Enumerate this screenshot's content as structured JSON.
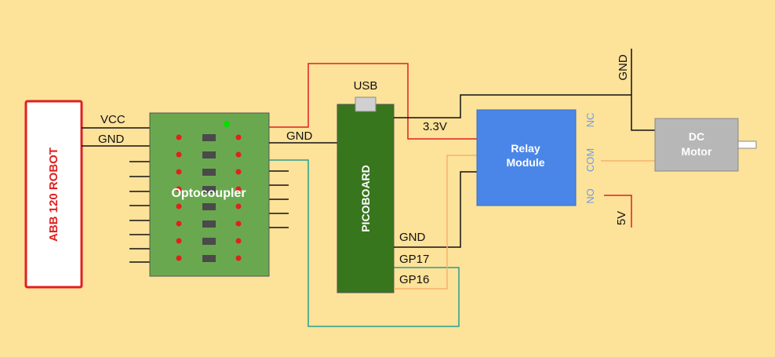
{
  "robot": {
    "label": "ABB 120 ROBOT"
  },
  "optocoupler": {
    "label": "Optocoupler",
    "left_labels": [
      "VCC",
      "GND"
    ],
    "right_label": "GND"
  },
  "picoboard": {
    "label": "PICOBOARD",
    "usb_label": "USB",
    "pins": [
      "GND",
      "GP17",
      "GP16"
    ],
    "power_label": "3.3V"
  },
  "relay": {
    "label_line1": "Relay",
    "label_line2": "Module",
    "terminals": [
      "NC",
      "COM",
      "NO"
    ],
    "supply_label": "5V"
  },
  "motor": {
    "label_line1": "DC",
    "label_line2": "Motor",
    "ground_label": "GND"
  },
  "colors": {
    "background": "#fde29a",
    "robot_border": "#e02020",
    "optocoupler": "#6aa84f",
    "picoboard": "#38761d",
    "relay": "#4a86e8",
    "motor": "#b7b7b7",
    "wire_red": "#e02020",
    "wire_teal": "#2a9d8f",
    "wire_orange": "#f6b26b",
    "terminal_text": "#6d9eeb"
  }
}
